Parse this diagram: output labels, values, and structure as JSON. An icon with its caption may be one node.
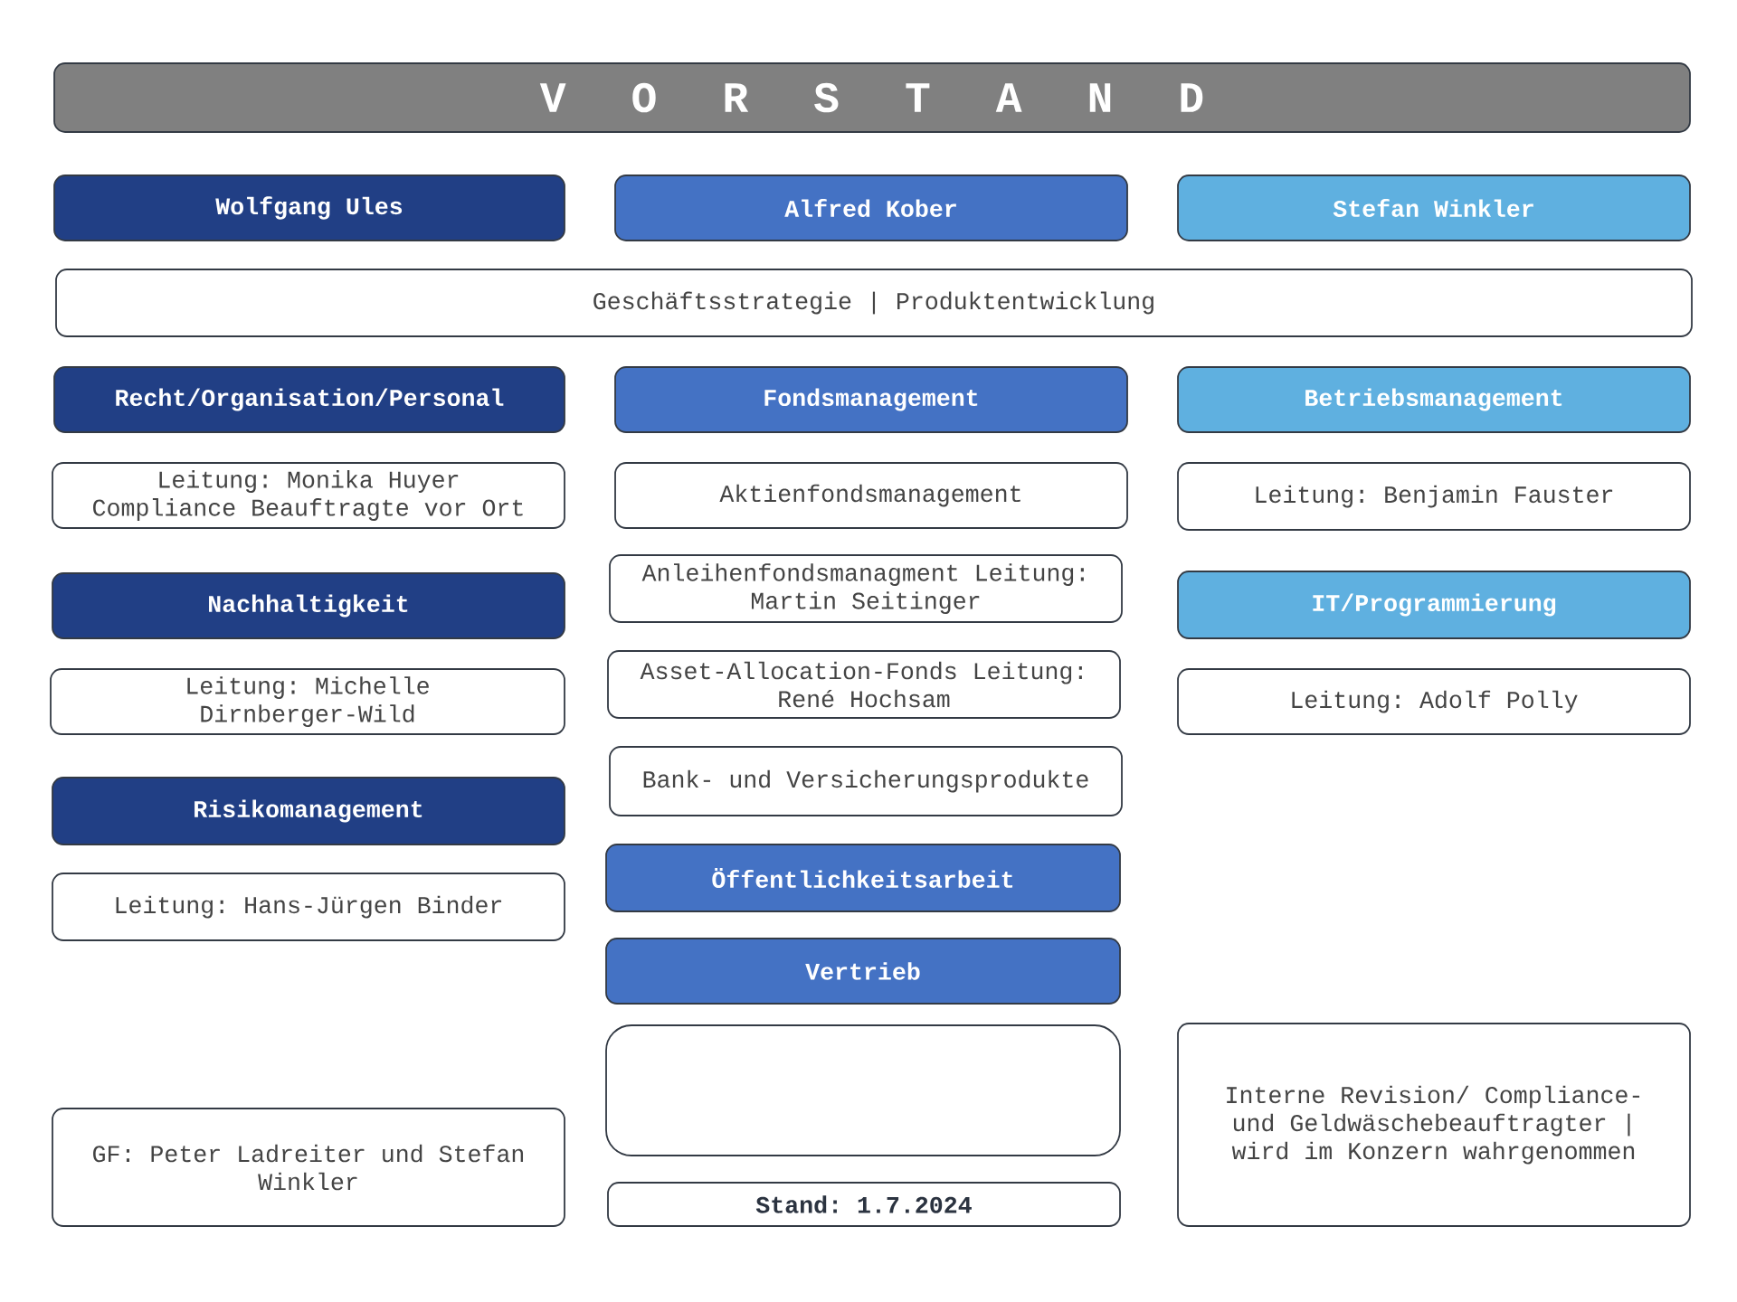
{
  "diagram": {
    "nodes": [
      {
        "text": [
          "V O R S T A N D"
        ]
      },
      {
        "text": [
          "Wolfgang Ules"
        ]
      },
      {
        "text": [
          "Alfred Kober"
        ]
      },
      {
        "text": [
          "Stefan Winkler"
        ]
      },
      {
        "text": [
          "Geschäftsstrategie |  Produktentwicklung"
        ]
      },
      {
        "text": [
          "Recht/Organisation/Personal"
        ]
      },
      {
        "text": [
          "Fondsmanagement"
        ]
      },
      {
        "text": [
          "Betriebsmanagement"
        ]
      },
      {
        "text": [
          "Leitung: Monika Huyer Compliance Beauftragte vor Ort"
        ]
      },
      {
        "text": [
          "Aktienfondsmanagement"
        ]
      },
      {
        "text": [
          "Leitung: Benjamin Fauster"
        ]
      },
      {
        "text": [
          "Nachhaltigkeit"
        ]
      },
      {
        "text": [
          "Anleihenfondsmanagment Leitung: Martin Seitinger"
        ]
      },
      {
        "text": [
          "IT/Programmierung"
        ]
      },
      {
        "text": [
          "Leitung: Michelle Dirnberger-Wild"
        ]
      },
      {
        "text": [
          "Asset-Allocation-Fonds Leitung: René Hochsam"
        ]
      },
      {
        "text": [
          "Leitung: Adolf Polly"
        ]
      },
      {
        "text": [
          "Risikomanagement"
        ]
      },
      {
        "text": [
          "Bank- und Versicherungsprodukte"
        ]
      },
      {
        "text": [
          "Leitung: Hans-Jürgen Binder"
        ]
      },
      {
        "text": [
          "Öffentlichkeitsarbeit"
        ]
      },
      {
        "text": [
          "Vertrieb"
        ]
      },
      {
        "text": [],
        "shape": "box"
      },
      {
        "text": [
          "Interne Revision/ Compliance- und Geldwäschebeauftragter | wird im Konzern wahrgenommen"
        ]
      },
      {
        "text": [
          "GF: Peter Ladreiter und Stefan Winkler"
        ]
      },
      {
        "text": [
          "Stand: 1.7.2024"
        ]
      }
    ]
  }
}
